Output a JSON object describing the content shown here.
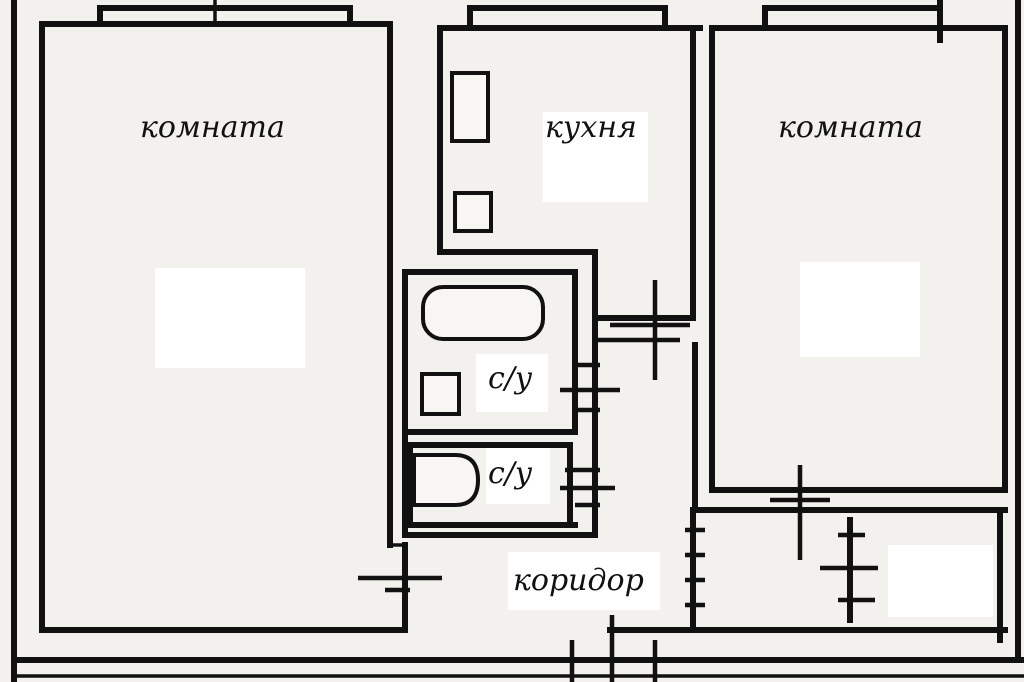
{
  "rooms": {
    "room_left": {
      "label": "комната"
    },
    "kitchen": {
      "label": "кухня"
    },
    "room_right": {
      "label": "комната"
    },
    "bathroom_1": {
      "label": "с/у"
    },
    "bathroom_2": {
      "label": "с/у"
    },
    "corridor": {
      "label": "коридор"
    }
  },
  "colors": {
    "wall": "#111111",
    "paper": "#f2f1ee",
    "blank_patch": "#ffffff"
  }
}
